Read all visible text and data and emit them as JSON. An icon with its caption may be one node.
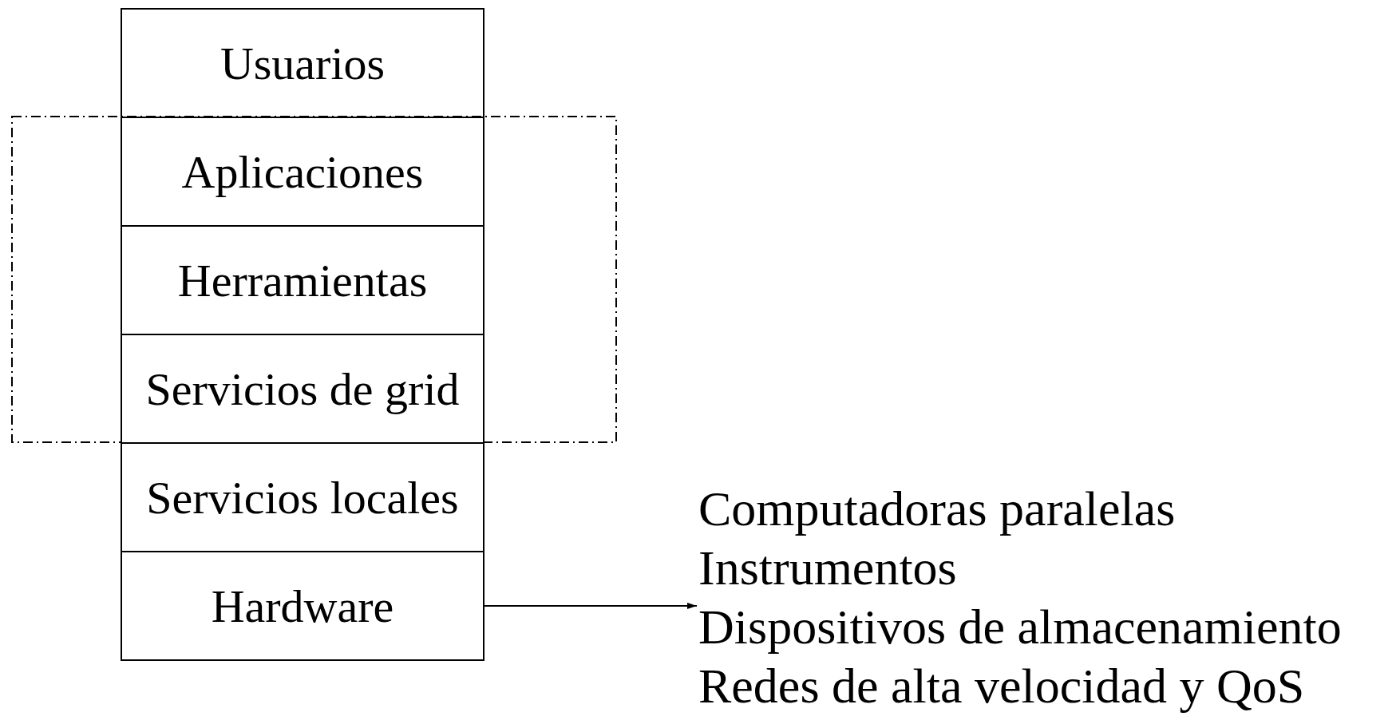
{
  "diagram": {
    "nodes": [
      {
        "text": [
          "Usuarios"
        ]
      },
      {
        "text": [],
        "shape": "box"
      },
      {
        "text": [
          "Aplicaciones"
        ],
        "in": 1
      },
      {
        "text": [
          "Herramientas"
        ],
        "in": 1
      },
      {
        "text": [
          "Servicios de grid"
        ],
        "in": 1
      },
      {
        "text": [
          "Servicios locales"
        ]
      },
      {
        "text": [
          "Hardware"
        ]
      },
      {
        "text": [
          "Computadoras paralelas",
          "Instrumentos",
          "Dispositivos de almacenamiento",
          "Redes de alta velocidad y QoS"
        ]
      }
    ],
    "edges": [
      {
        "from": 6,
        "to": 7,
        "arrow": "to"
      }
    ]
  }
}
